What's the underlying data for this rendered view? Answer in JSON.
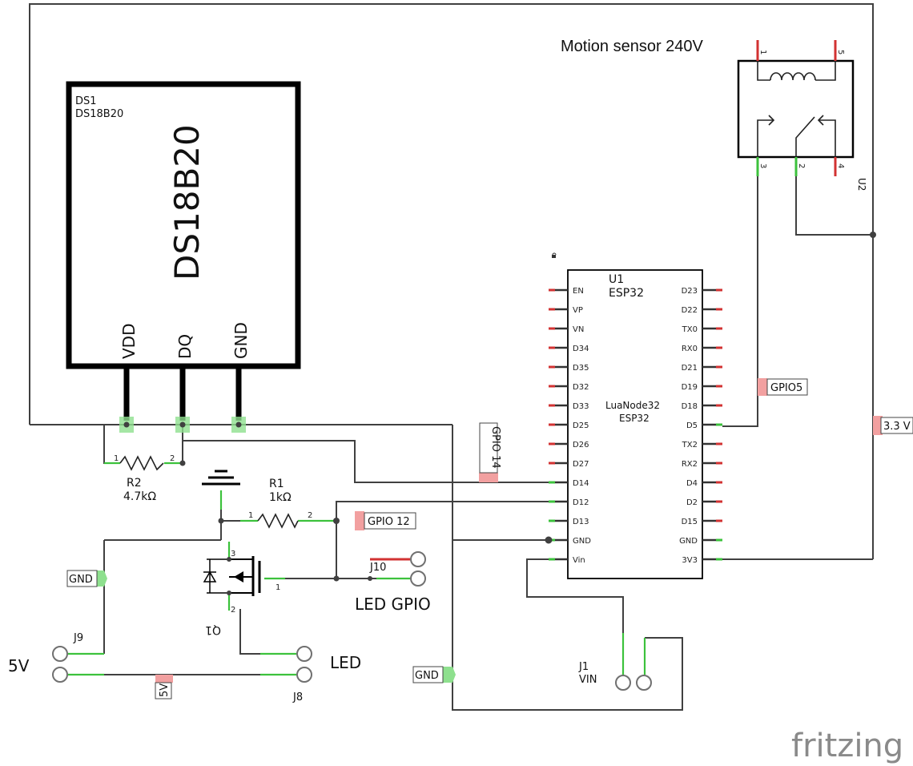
{
  "ds1": {
    "ref": "DS1",
    "part": "DS18B20",
    "big_label": "DS18B20",
    "pins": [
      "VDD",
      "DQ",
      "GND"
    ]
  },
  "resistors": {
    "r2": {
      "ref": "R2",
      "value": "4.7kΩ",
      "pin1": "1",
      "pin2": "2"
    },
    "r1": {
      "ref": "R1",
      "value": "1kΩ",
      "pin1": "1",
      "pin2": "2"
    }
  },
  "u1": {
    "ref": "U1",
    "part": "ESP32",
    "inner_title": "LuaNode32",
    "inner_subtitle": "ESP32",
    "left_pins": [
      "EN",
      "VP",
      "VN",
      "D34",
      "D35",
      "D32",
      "D33",
      "D25",
      "D26",
      "D27",
      "D14",
      "D12",
      "D13",
      "GND",
      "Vin"
    ],
    "right_pins": [
      "D23",
      "D22",
      "TX0",
      "RX0",
      "D21",
      "D19",
      "D18",
      "D5",
      "TX2",
      "RX2",
      "D4",
      "D2",
      "D15",
      "GND",
      "3V3"
    ]
  },
  "u2": {
    "ref": "U2",
    "title": "Motion sensor 240V",
    "pin_numbers": [
      "1",
      "5",
      "3",
      "2",
      "4"
    ]
  },
  "q1": {
    "ref": "Q1",
    "pin_numbers": [
      "3",
      "1",
      "2"
    ]
  },
  "nets": {
    "gpio5": "GPIO5",
    "gpio14": "GPIO 14",
    "gpio12": "GPIO 12",
    "v33": "3.3 V",
    "gnd_left": "GND",
    "gnd_bottom": "GND",
    "v5": "5V"
  },
  "connectors": {
    "j9": "J9",
    "j8": "J8",
    "j10": "J10",
    "j1": {
      "ref": "J1",
      "name": "VIN"
    }
  },
  "labels": {
    "five_v": "5V",
    "led": "LED",
    "led_gpio": "LED GPIO"
  },
  "brand": "fritzing",
  "colors": {
    "wire": "#404040",
    "connected_pin": "#3cc23c",
    "unconnected_pin": "#d23232",
    "net_label_arrow_green": "#8ee08e",
    "net_label_arrow_red": "#f2a0a0"
  }
}
